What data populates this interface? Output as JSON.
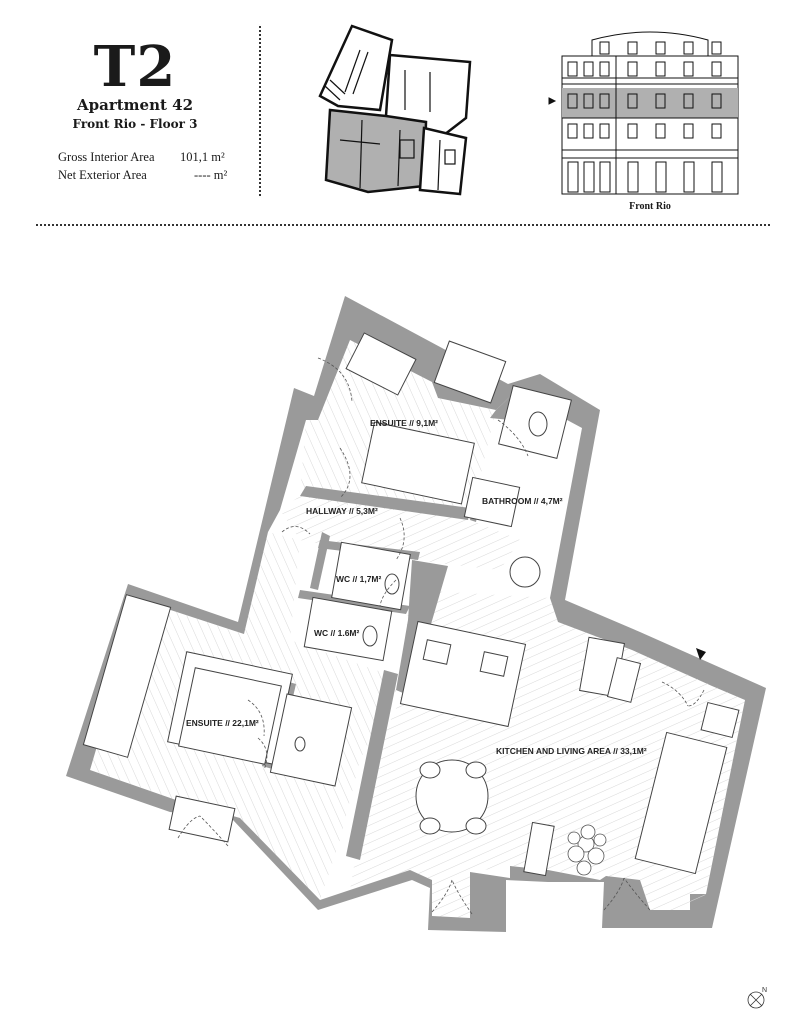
{
  "header": {
    "title": "T2",
    "apartment": "Apartment 42",
    "location": "Front Rio - Floor 3",
    "areas": [
      {
        "label": "Gross Interior Area",
        "value": "101,1 m²"
      },
      {
        "label": "Net Exterior Area",
        "value": "---- m²"
      }
    ]
  },
  "facade": {
    "label": "Front Rio"
  },
  "rooms": [
    {
      "id": "ensuite-1",
      "label": "ENSUITE // 9,1M²"
    },
    {
      "id": "bathroom",
      "label": "BATHROOM // 4,7M²"
    },
    {
      "id": "hallway",
      "label": "HALLWAY // 5,3M²"
    },
    {
      "id": "wc-1",
      "label": "WC // 1,7M²"
    },
    {
      "id": "wc-2",
      "label": "WC // 1.6M²"
    },
    {
      "id": "ensuite-2",
      "label": "ENSUITE // 22,1M²"
    },
    {
      "id": "kitchen-living",
      "label": "KITCHEN AND LIVING AREA // 33,1M²"
    }
  ],
  "compass": {
    "label": "N"
  },
  "colors": {
    "wall": "#9a9a9a",
    "highlight": "#b0b0b0",
    "line": "#333333"
  }
}
